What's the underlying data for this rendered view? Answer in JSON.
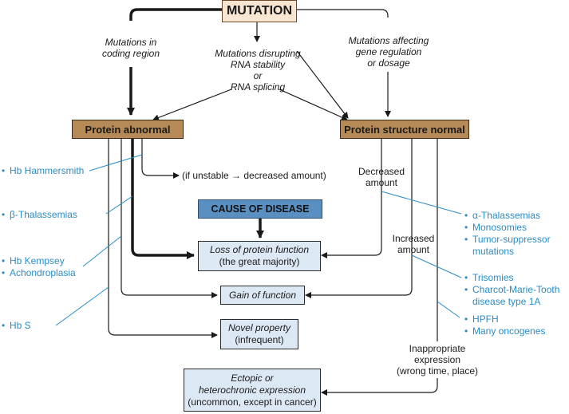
{
  "title_box": "MUTATION",
  "branches": {
    "coding": [
      "Mutations in",
      "coding region"
    ],
    "rna": [
      "Mutations disrupting",
      "RNA stability",
      "or",
      "RNA splicing"
    ],
    "regulation": [
      "Mutations affecting",
      "gene regulation",
      "or dosage"
    ]
  },
  "nodes": {
    "protein_abnormal": "Protein abnormal",
    "protein_normal": "Protein structure normal",
    "cause_of_disease": "CAUSE OF DISEASE",
    "loss": [
      "Loss of protein function",
      "(the great majority)"
    ],
    "gain": "Gain of function",
    "novel": [
      "Novel property",
      "(infrequent)"
    ],
    "ectopic": [
      "Ectopic or",
      "heterochronic expression",
      "(uncommon, except in cancer)"
    ]
  },
  "edge_labels": {
    "unstable": "(if unstable → decreased amount)",
    "decreased": [
      "Decreased",
      "amount"
    ],
    "increased": [
      "Increased",
      "amount"
    ],
    "inappropriate": [
      "Inappropriate",
      "expression",
      "(wrong time, place)"
    ]
  },
  "examples_left": [
    [
      "Hb Hammersmith"
    ],
    [
      "β-Thalassemias"
    ],
    [
      "Hb Kempsey",
      "Achondroplasia"
    ],
    [
      "Hb S"
    ]
  ],
  "examples_right": [
    [
      "α-Thalassemias",
      "Monosomies",
      "Tumor-suppressor",
      "mutations"
    ],
    [
      "Trisomies",
      "Charcot-Marie-Tooth",
      "disease type 1A"
    ],
    [
      "HPFH",
      "Many oncogenes"
    ]
  ],
  "colors": {
    "example_text": "#2a8cc4",
    "brown_box": "#b68a57",
    "cause_box": "#5a8fc2",
    "outcome_box": "#dde8f5",
    "mutation_box": "#f8e6d2"
  }
}
